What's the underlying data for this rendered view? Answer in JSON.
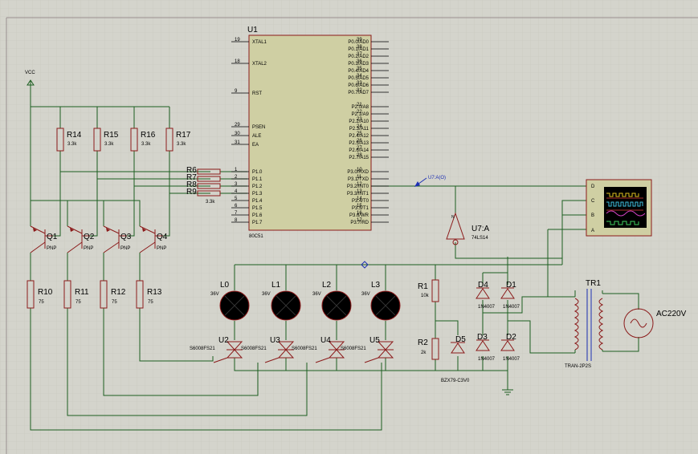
{
  "colors": {
    "wire": "#1b5e20",
    "part": "#8b1a1a",
    "chip_fill": "#cfcfa3",
    "bg": "#d4d4cc",
    "grid": "#c6c6bd"
  },
  "mcu": {
    "ref": "U1",
    "name": "80C51",
    "left_pins": [
      {
        "num": "19",
        "name": "XTAL1"
      },
      {
        "num": "18",
        "name": "XTAL2"
      },
      {
        "num": "9",
        "name": "RST"
      },
      {
        "num": "29",
        "name": "PSEN"
      },
      {
        "num": "30",
        "name": "ALE"
      },
      {
        "num": "31",
        "name": "EA"
      },
      {
        "num": "1",
        "name": "P1.0"
      },
      {
        "num": "2",
        "name": "P1.1"
      },
      {
        "num": "3",
        "name": "P1.2"
      },
      {
        "num": "4",
        "name": "P1.3"
      },
      {
        "num": "5",
        "name": "P1.4"
      },
      {
        "num": "6",
        "name": "P1.5"
      },
      {
        "num": "7",
        "name": "P1.6"
      },
      {
        "num": "8",
        "name": "P1.7"
      }
    ],
    "right_pins": [
      {
        "num": "39",
        "name": "P0.0/AD0"
      },
      {
        "num": "38",
        "name": "P0.1/AD1"
      },
      {
        "num": "37",
        "name": "P0.2/AD2"
      },
      {
        "num": "36",
        "name": "P0.3/AD3"
      },
      {
        "num": "35",
        "name": "P0.4/AD4"
      },
      {
        "num": "34",
        "name": "P0.5/AD5"
      },
      {
        "num": "33",
        "name": "P0.6/AD6"
      },
      {
        "num": "32",
        "name": "P0.7/AD7"
      },
      {
        "num": "21",
        "name": "P2.0/A8"
      },
      {
        "num": "22",
        "name": "P2.1/A9"
      },
      {
        "num": "23",
        "name": "P2.2/A10"
      },
      {
        "num": "24",
        "name": "P2.3/A11"
      },
      {
        "num": "25",
        "name": "P2.4/A12"
      },
      {
        "num": "26",
        "name": "P2.5/A13"
      },
      {
        "num": "27",
        "name": "P2.6/A14"
      },
      {
        "num": "28",
        "name": "P2.7/A15"
      },
      {
        "num": "10",
        "name": "P3.0/RXD"
      },
      {
        "num": "11",
        "name": "P3.1/TXD"
      },
      {
        "num": "12",
        "name": "P3.2/INT0"
      },
      {
        "num": "13",
        "name": "P3.3/INT1"
      },
      {
        "num": "14",
        "name": "P3.4/T0"
      },
      {
        "num": "15",
        "name": "P3.5/T1"
      },
      {
        "num": "16",
        "name": "P3.6/WR"
      },
      {
        "num": "17",
        "name": "P3.7/RD"
      }
    ]
  },
  "power_label": "VCC",
  "net_probe": "U7:A(O)",
  "pull_resistors": [
    {
      "ref": "R14",
      "value": "3.3k"
    },
    {
      "ref": "R15",
      "value": "3.3k"
    },
    {
      "ref": "R16",
      "value": "3.3k"
    },
    {
      "ref": "R17",
      "value": "3.3k"
    }
  ],
  "resistor_array": {
    "refs": [
      "R6",
      "R7",
      "R8",
      "R9"
    ],
    "value": "3.3k"
  },
  "transistors": [
    {
      "ref": "Q1",
      "type": "PNP"
    },
    {
      "ref": "Q2",
      "type": "PNP"
    },
    {
      "ref": "Q3",
      "type": "PNP"
    },
    {
      "ref": "Q4",
      "type": "PNP"
    }
  ],
  "base_resistors": [
    {
      "ref": "R10",
      "value": "75"
    },
    {
      "ref": "R11",
      "value": "75"
    },
    {
      "ref": "R12",
      "value": "75"
    },
    {
      "ref": "R13",
      "value": "75"
    }
  ],
  "lamps": [
    {
      "ref": "L0",
      "value": "36V"
    },
    {
      "ref": "L1",
      "value": "36V"
    },
    {
      "ref": "L2",
      "value": "36V"
    },
    {
      "ref": "L3",
      "value": "36V"
    }
  ],
  "triacs": [
    {
      "ref": "U2",
      "part": "S6008FS21"
    },
    {
      "ref": "U3",
      "part": "S6008FS21"
    },
    {
      "ref": "U4",
      "part": "S6008FS21"
    },
    {
      "ref": "U5",
      "part": "S6008FS21"
    }
  ],
  "inverter": {
    "ref": "U7:A",
    "part": "74LS14"
  },
  "divider": [
    {
      "ref": "R1",
      "value": "10k"
    },
    {
      "ref": "R2",
      "value": "2k"
    }
  ],
  "zener": {
    "ref": "D5",
    "part": "BZX79-C3V0"
  },
  "diodes": [
    {
      "ref": "D4",
      "part": "1N4007"
    },
    {
      "ref": "D1",
      "part": "1N4007"
    },
    {
      "ref": "D3",
      "part": "1N4007"
    },
    {
      "ref": "D2",
      "part": "1N4007"
    }
  ],
  "transformer": {
    "ref": "TR1",
    "part": "TRAN-2P2S"
  },
  "source": {
    "label": "AC220V"
  },
  "scope": {
    "channels": [
      "D",
      "C",
      "B",
      "A"
    ]
  }
}
